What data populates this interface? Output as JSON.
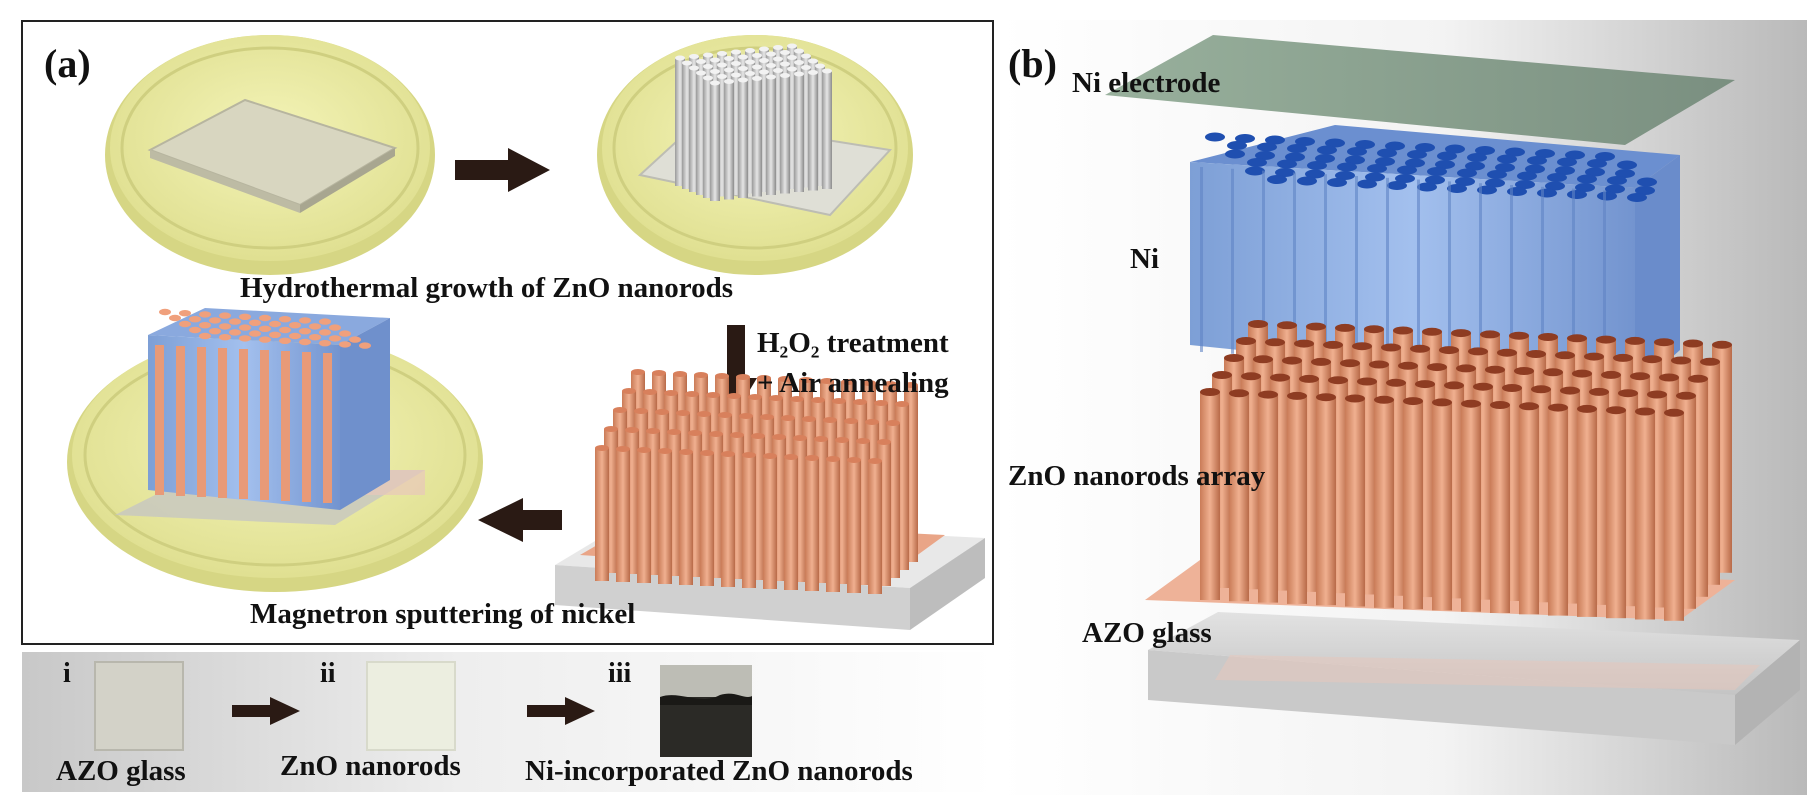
{
  "panel_a": {
    "label": "(a)",
    "step1_caption": "Hydrothermal growth of ZnO nanorods",
    "step2_line1": "H₂O₂ treatment",
    "step2_line2": "+ Air annealing",
    "step3_caption": "Magnetron sputtering of nickel"
  },
  "photos": {
    "i": {
      "roman": "i",
      "caption": "AZO glass"
    },
    "ii": {
      "roman": "ii",
      "caption": "ZnO nanorods"
    },
    "iii": {
      "roman": "iii",
      "caption": "Ni-incorporated ZnO nanorods"
    }
  },
  "panel_b": {
    "label": "(b)",
    "layer_ni_electrode": "Ni electrode",
    "layer_ni": "Ni",
    "layer_zno": "ZnO nanorods array",
    "layer_azo": "AZO glass"
  },
  "colors": {
    "dish": "#eeeea0",
    "dish_rim": "#d8d88a",
    "zno_rod": "#e6a07c",
    "zno_dark": "#b06040",
    "ni_blue": "#7ea3dc",
    "ni_dark": "#1f4fb0",
    "electrode": "#8fa895",
    "glass": "#d4d4d4",
    "arrow": "#2a1a14"
  }
}
